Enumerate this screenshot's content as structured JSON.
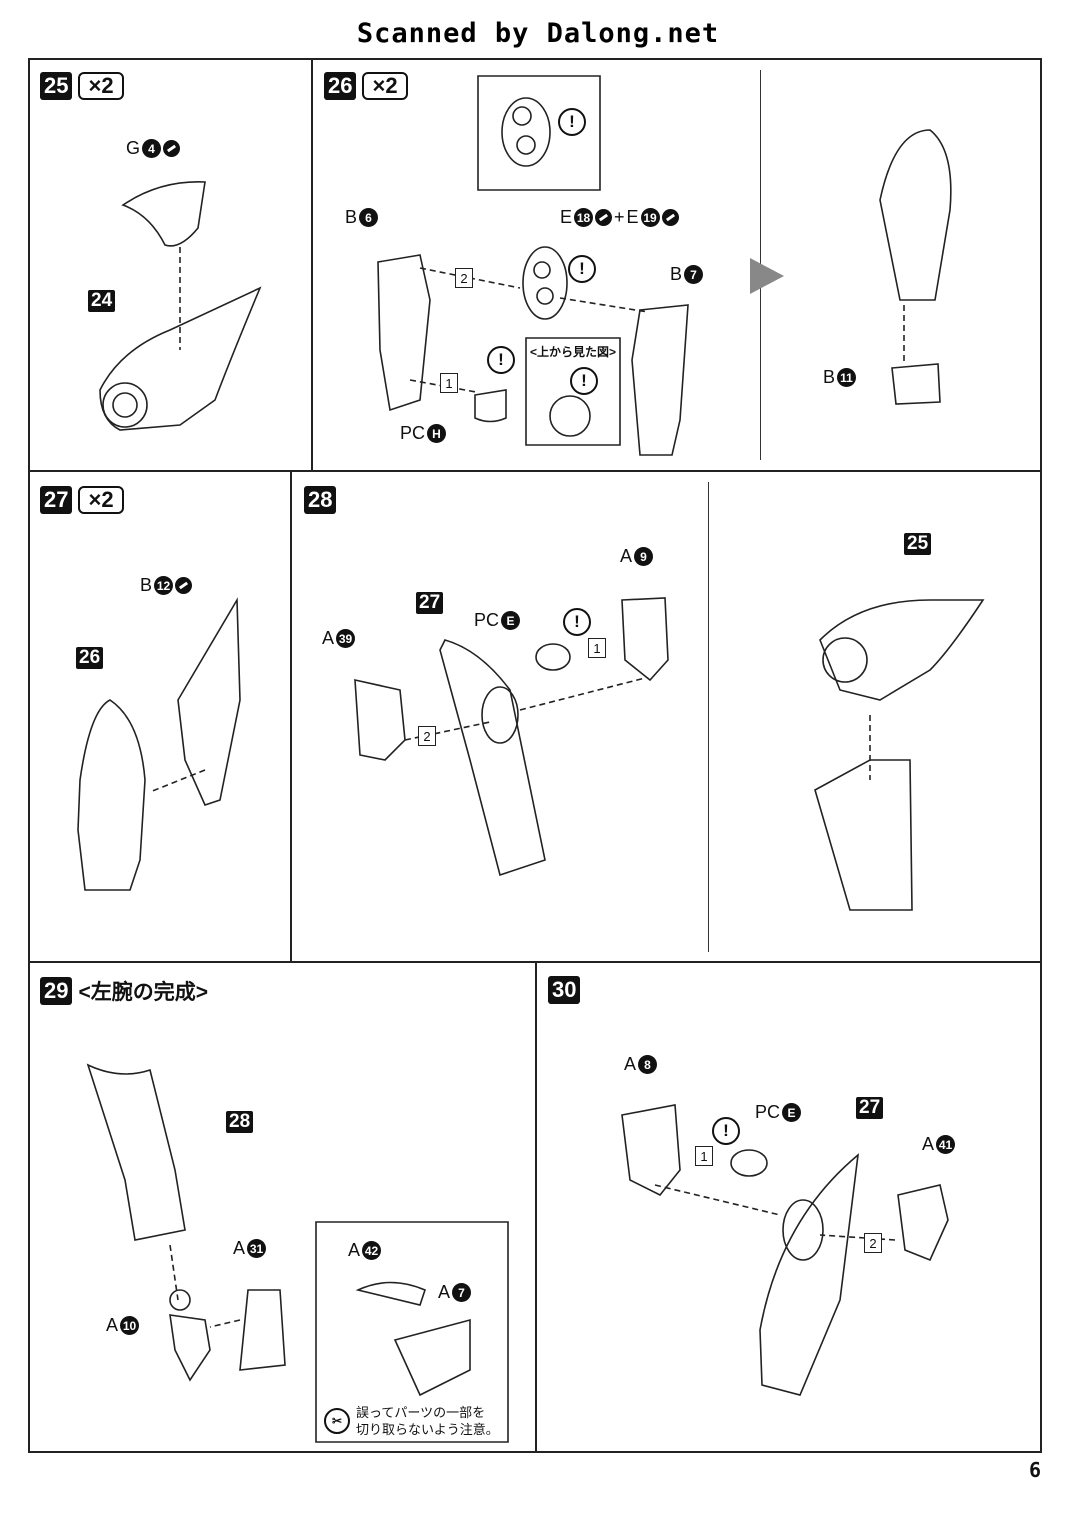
{
  "header": {
    "scan_credit": "Scanned by Dalong.net"
  },
  "page_number": "6",
  "steps": {
    "s25": {
      "num": "25",
      "mult": "×2",
      "parts": {
        "g4": "G",
        "g4n": "4",
        "sub24": "24"
      }
    },
    "s26": {
      "num": "26",
      "mult": "×2",
      "parts": {
        "b6": "B",
        "b6n": "6",
        "e18": "E",
        "e18n": "18",
        "plus": "+",
        "e19": "E",
        "e19n": "19",
        "b7": "B",
        "b7n": "7",
        "pch": "PC",
        "pchn": "H",
        "b11": "B",
        "b11n": "11",
        "seq1": "1",
        "seq2": "2",
        "top_view": "<上から見た図>"
      }
    },
    "s27": {
      "num": "27",
      "mult": "×2",
      "parts": {
        "b12": "B",
        "b12n": "12",
        "sub26": "26"
      }
    },
    "s28": {
      "num": "28",
      "parts": {
        "a9": "A",
        "a9n": "9",
        "pce": "PC",
        "pcen": "E",
        "a39": "A",
        "a39n": "39",
        "sub27": "27",
        "sub25": "25",
        "seq1": "1",
        "seq2": "2"
      }
    },
    "s29": {
      "num": "29",
      "title": "<左腕の完成>",
      "parts": {
        "sub28": "28",
        "a31": "A",
        "a31n": "31",
        "a10": "A",
        "a10n": "10",
        "a42": "A",
        "a42n": "42",
        "a7": "A",
        "a7n": "7",
        "note_line1": "誤ってパーツの一部を",
        "note_line2": "切り取らないよう注意。"
      }
    },
    "s30": {
      "num": "30",
      "parts": {
        "a8": "A",
        "a8n": "8",
        "pce": "PC",
        "pcen": "E",
        "sub27": "27",
        "a41": "A",
        "a41n": "41",
        "seq1": "1",
        "seq2": "2"
      }
    }
  },
  "icons": [
    "cut-gate-icon",
    "caution-icon",
    "arrow-right-icon"
  ]
}
